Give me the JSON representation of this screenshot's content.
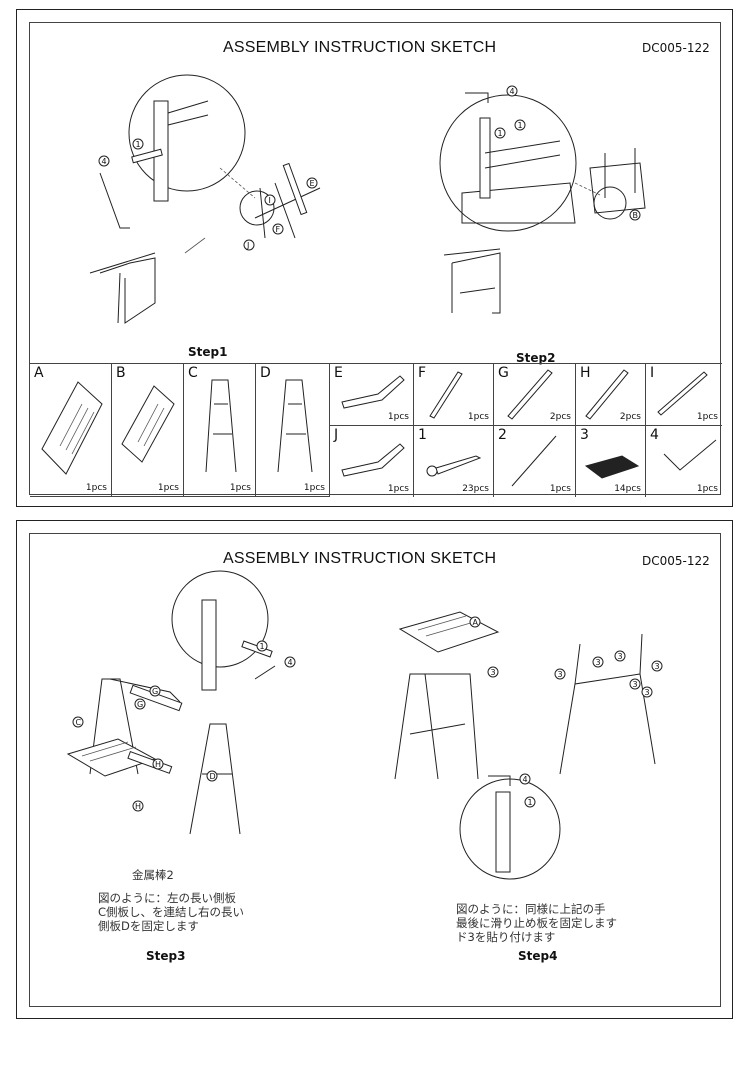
{
  "sheet1": {
    "title": "ASSEMBLY INSTRUCTION SKETCH",
    "code": "DC005-122",
    "step1_label": "Step1",
    "step2_label": "Step2",
    "callouts": {
      "c1": "1",
      "c4": "4",
      "cE": "E",
      "cI": "I",
      "cJ": "J",
      "cF": "F",
      "cB": "B",
      "c4b": "4",
      "c1b": "1",
      "c1c": "1"
    },
    "parts": [
      {
        "label": "A",
        "qty": "1pcs"
      },
      {
        "label": "B",
        "qty": "1pcs"
      },
      {
        "label": "C",
        "qty": "1pcs"
      },
      {
        "label": "D",
        "qty": "1pcs"
      },
      {
        "label": "E",
        "qty": "1pcs"
      },
      {
        "label": "F",
        "qty": "1pcs"
      },
      {
        "label": "G",
        "qty": "2pcs"
      },
      {
        "label": "H",
        "qty": "2pcs"
      },
      {
        "label": "I",
        "qty": "1pcs"
      },
      {
        "label": "J",
        "qty": "1pcs"
      },
      {
        "label": "1",
        "qty": "23pcs"
      },
      {
        "label": "2",
        "qty": "1pcs"
      },
      {
        "label": "3",
        "qty": "14pcs"
      },
      {
        "label": "4",
        "qty": "1pcs"
      }
    ]
  },
  "sheet2": {
    "title": "ASSEMBLY INSTRUCTION SKETCH",
    "code": "DC005-122",
    "step3_label": "Step3",
    "step4_label": "Step4",
    "callouts": {
      "g1": "G",
      "g2": "G",
      "c": "C",
      "h1": "H",
      "h2": "H",
      "d": "D",
      "one": "1",
      "four": "4",
      "a": "A",
      "three1": "3",
      "three2": "3",
      "three3": "3",
      "three4": "3",
      "three5": "3",
      "three6": "3",
      "three7": "3",
      "four2": "4",
      "one2": "1"
    },
    "step3_text_a": "金属棒2",
    "step3_text_b1": "図のように：左の長い側板",
    "step3_text_b2": "C側板し、を連結し右の長い",
    "step3_text_b3": "側板Dを固定します",
    "step4_text_1": "図のように：同様に上記の手",
    "step4_text_2": "最後に滑り止め板を固定します",
    "step4_text_3": "ド3を貼り付けます"
  }
}
